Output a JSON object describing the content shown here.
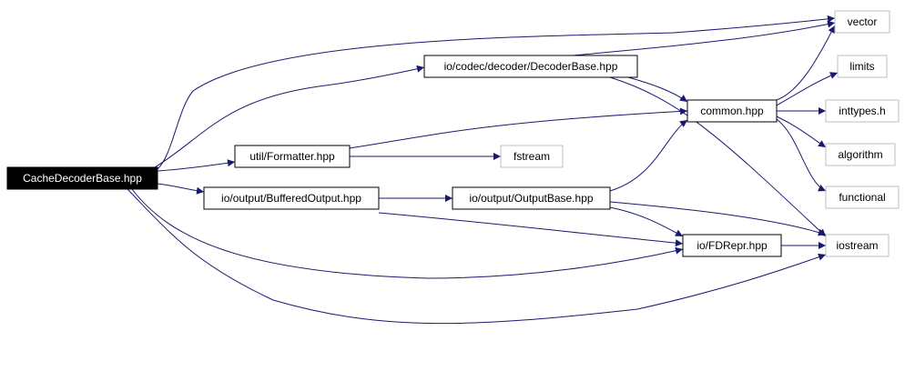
{
  "colors": {
    "edge": "#191970",
    "node_border": "#000000",
    "external_border": "#bfbfbf",
    "root_fill": "#000000",
    "root_text": "#ffffff",
    "text": "#000000"
  },
  "nodes": {
    "root": {
      "label": "CacheDecoderBase.hpp",
      "kind": "root"
    },
    "decoderbase": {
      "label": "io/codec/decoder/DecoderBase.hpp",
      "kind": "internal"
    },
    "formatter": {
      "label": "util/Formatter.hpp",
      "kind": "internal"
    },
    "bufferedoutput": {
      "label": "io/output/BufferedOutput.hpp",
      "kind": "internal"
    },
    "outputbase": {
      "label": "io/output/OutputBase.hpp",
      "kind": "internal"
    },
    "common": {
      "label": "common.hpp",
      "kind": "internal"
    },
    "fdrepr": {
      "label": "io/FDRepr.hpp",
      "kind": "internal"
    },
    "fstream": {
      "label": "fstream",
      "kind": "external"
    },
    "vector": {
      "label": "vector",
      "kind": "external"
    },
    "limits": {
      "label": "limits",
      "kind": "external"
    },
    "inttypes": {
      "label": "inttypes.h",
      "kind": "external"
    },
    "algorithm": {
      "label": "algorithm",
      "kind": "external"
    },
    "functional": {
      "label": "functional",
      "kind": "external"
    },
    "iostream": {
      "label": "iostream",
      "kind": "external"
    }
  },
  "edges": [
    {
      "from": "root",
      "to": "vector"
    },
    {
      "from": "root",
      "to": "decoderbase"
    },
    {
      "from": "root",
      "to": "formatter"
    },
    {
      "from": "root",
      "to": "bufferedoutput"
    },
    {
      "from": "root",
      "to": "fdrepr"
    },
    {
      "from": "root",
      "to": "iostream"
    },
    {
      "from": "decoderbase",
      "to": "vector"
    },
    {
      "from": "decoderbase",
      "to": "common"
    },
    {
      "from": "decoderbase",
      "to": "iostream"
    },
    {
      "from": "formatter",
      "to": "common"
    },
    {
      "from": "formatter",
      "to": "fstream"
    },
    {
      "from": "bufferedoutput",
      "to": "outputbase"
    },
    {
      "from": "bufferedoutput",
      "to": "fdrepr"
    },
    {
      "from": "outputbase",
      "to": "common"
    },
    {
      "from": "outputbase",
      "to": "fdrepr"
    },
    {
      "from": "outputbase",
      "to": "iostream"
    },
    {
      "from": "common",
      "to": "vector"
    },
    {
      "from": "common",
      "to": "limits"
    },
    {
      "from": "common",
      "to": "inttypes"
    },
    {
      "from": "common",
      "to": "algorithm"
    },
    {
      "from": "common",
      "to": "functional"
    },
    {
      "from": "fdrepr",
      "to": "iostream"
    }
  ]
}
